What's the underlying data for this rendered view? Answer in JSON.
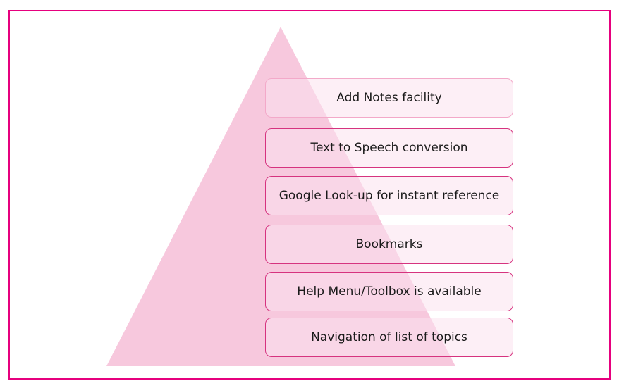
{
  "colors": {
    "frame_border": "#e6007e",
    "pyramid_fill": "#f7c8dd",
    "box_border": "#d6337f",
    "box_fill": "#fce2ee"
  },
  "items": [
    {
      "label": "Add Notes facility"
    },
    {
      "label": "Text to Speech conversion"
    },
    {
      "label": "Google Look-up for instant reference"
    },
    {
      "label": "Bookmarks"
    },
    {
      "label": "Help Menu/Toolbox is available"
    },
    {
      "label": "Navigation of list of topics"
    }
  ]
}
